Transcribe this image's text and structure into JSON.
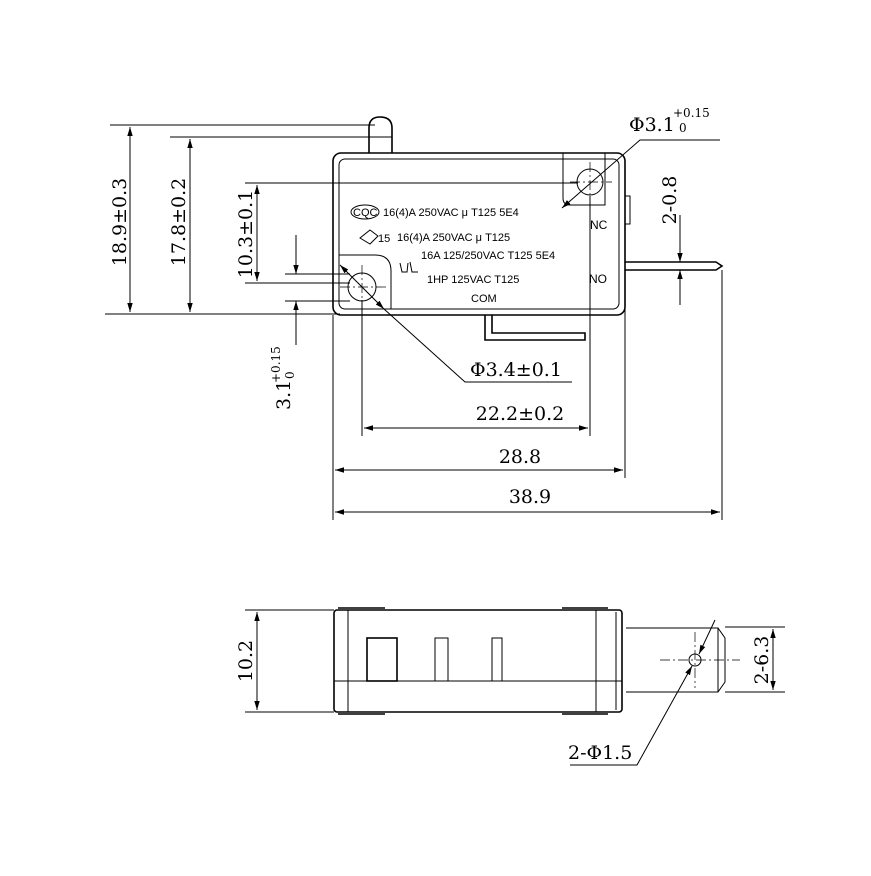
{
  "top_view": {
    "markings": {
      "line1": "16(4)A 250VAC μ T125 5E4",
      "line2": "16(4)A 250VAC μ T125",
      "line3": "16A 125/250VAC T125 5E4",
      "line4": "1HP 125VAC T125",
      "cqc_logo": "CQC",
      "enec_number": "15"
    },
    "terminals": {
      "nc": "NC",
      "no": "NO",
      "com": "COM"
    },
    "dimensions": {
      "overall_height": "18.9±0.3",
      "body_height": "17.8±0.2",
      "hole_spacing_v": "10.3±0.1",
      "hole_offset": "3.1",
      "hole_offset_tol_upper": "+0.15",
      "hole_offset_tol_lower": "0",
      "terminal_thickness": "2-0.8",
      "hole_small": "Φ3.1",
      "hole_small_tol_upper": "+0.15",
      "hole_small_tol_lower": "0",
      "hole_large": "Φ3.4±0.1",
      "hole_spacing_h": "22.2±0.2",
      "body_length": "28.8",
      "overall_length": "38.9"
    }
  },
  "side_view": {
    "dimensions": {
      "thickness": "10.2",
      "terminal_width": "2-6.3",
      "terminal_hole": "2-Φ1.5"
    }
  }
}
